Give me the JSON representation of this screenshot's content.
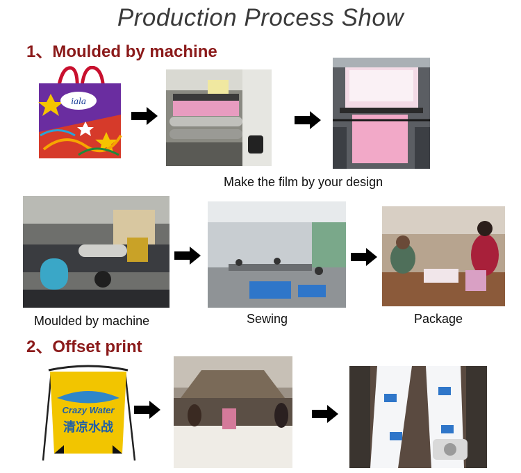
{
  "title": "Production Process Show",
  "sections": [
    {
      "label": "1、Moulded by machine"
    },
    {
      "label": "2、Offset print"
    }
  ],
  "captions": {
    "film": "Make the film by your design",
    "moulded": "Moulded by machine",
    "sewing": "Sewing",
    "package": "Package"
  },
  "photos": {
    "bag_brand": "iala",
    "drawstring_text_1": "Crazy Water",
    "drawstring_text_2": "清凉水战"
  },
  "icons": [
    "arrow-right-icon"
  ],
  "colors": {
    "section_text": "#8b1a1a",
    "title_text": "#3a3a3a",
    "arrow": "#000000"
  }
}
